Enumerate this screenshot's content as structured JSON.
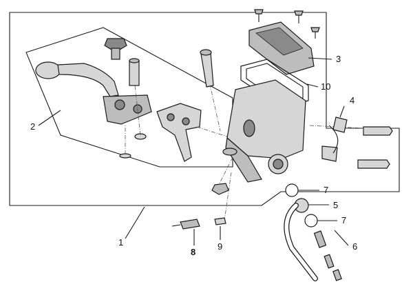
{
  "diagram": {
    "callouts": [
      {
        "id": "1",
        "label": "1"
      },
      {
        "id": "2",
        "label": "2"
      },
      {
        "id": "3",
        "label": "3"
      },
      {
        "id": "4",
        "label": "4"
      },
      {
        "id": "5",
        "label": "5"
      },
      {
        "id": "6",
        "label": "6"
      },
      {
        "id": "7a",
        "label": "7"
      },
      {
        "id": "7b",
        "label": "7"
      },
      {
        "id": "8",
        "label": "8"
      },
      {
        "id": "9",
        "label": "9"
      },
      {
        "id": "10",
        "label": "10"
      }
    ],
    "colors": {
      "line": "#1a1a1a",
      "part_fill": "#d6d6d6",
      "part_dark": "#8a8a8a",
      "background": "#ffffff"
    }
  }
}
